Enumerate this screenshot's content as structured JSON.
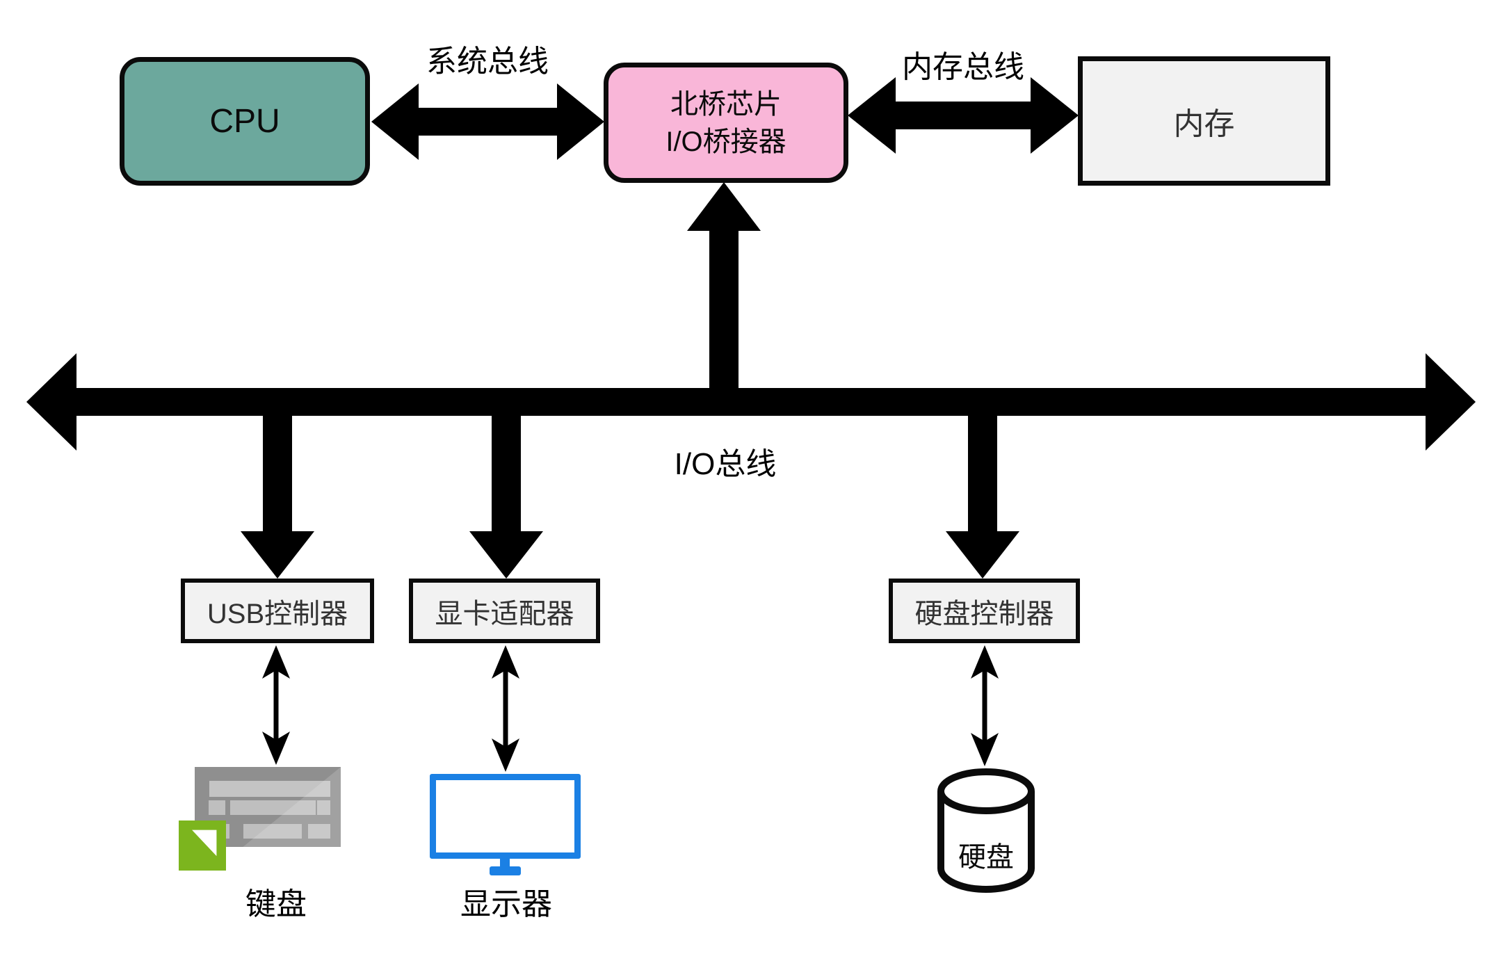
{
  "nodes": {
    "cpu": {
      "label": "CPU"
    },
    "northbridge": {
      "line1": "北桥芯片",
      "line2": "I/O桥接器"
    },
    "memory": {
      "label": "内存"
    },
    "usb_controller": {
      "label": "USB控制器"
    },
    "graphics_adapter": {
      "label": "显卡适配器"
    },
    "disk_controller": {
      "label": "硬盘控制器"
    }
  },
  "devices": {
    "keyboard": {
      "label": "键盘"
    },
    "monitor": {
      "label": "显示器"
    },
    "hard_disk": {
      "label": "硬盘"
    }
  },
  "buses": {
    "system_bus": {
      "label": "系统总线"
    },
    "memory_bus": {
      "label": "内存总线"
    },
    "io_bus": {
      "label": "I/O总线"
    }
  },
  "colors": {
    "cpu_fill": "#6CA89D",
    "northbridge_fill": "#F9B6D8",
    "box_fill": "#F2F2F2",
    "connector_black": "#000000",
    "monitor_blue": "#1B80E4",
    "keyboard_gray": "#8F8F8F",
    "badge_green": "#7CB51E"
  }
}
